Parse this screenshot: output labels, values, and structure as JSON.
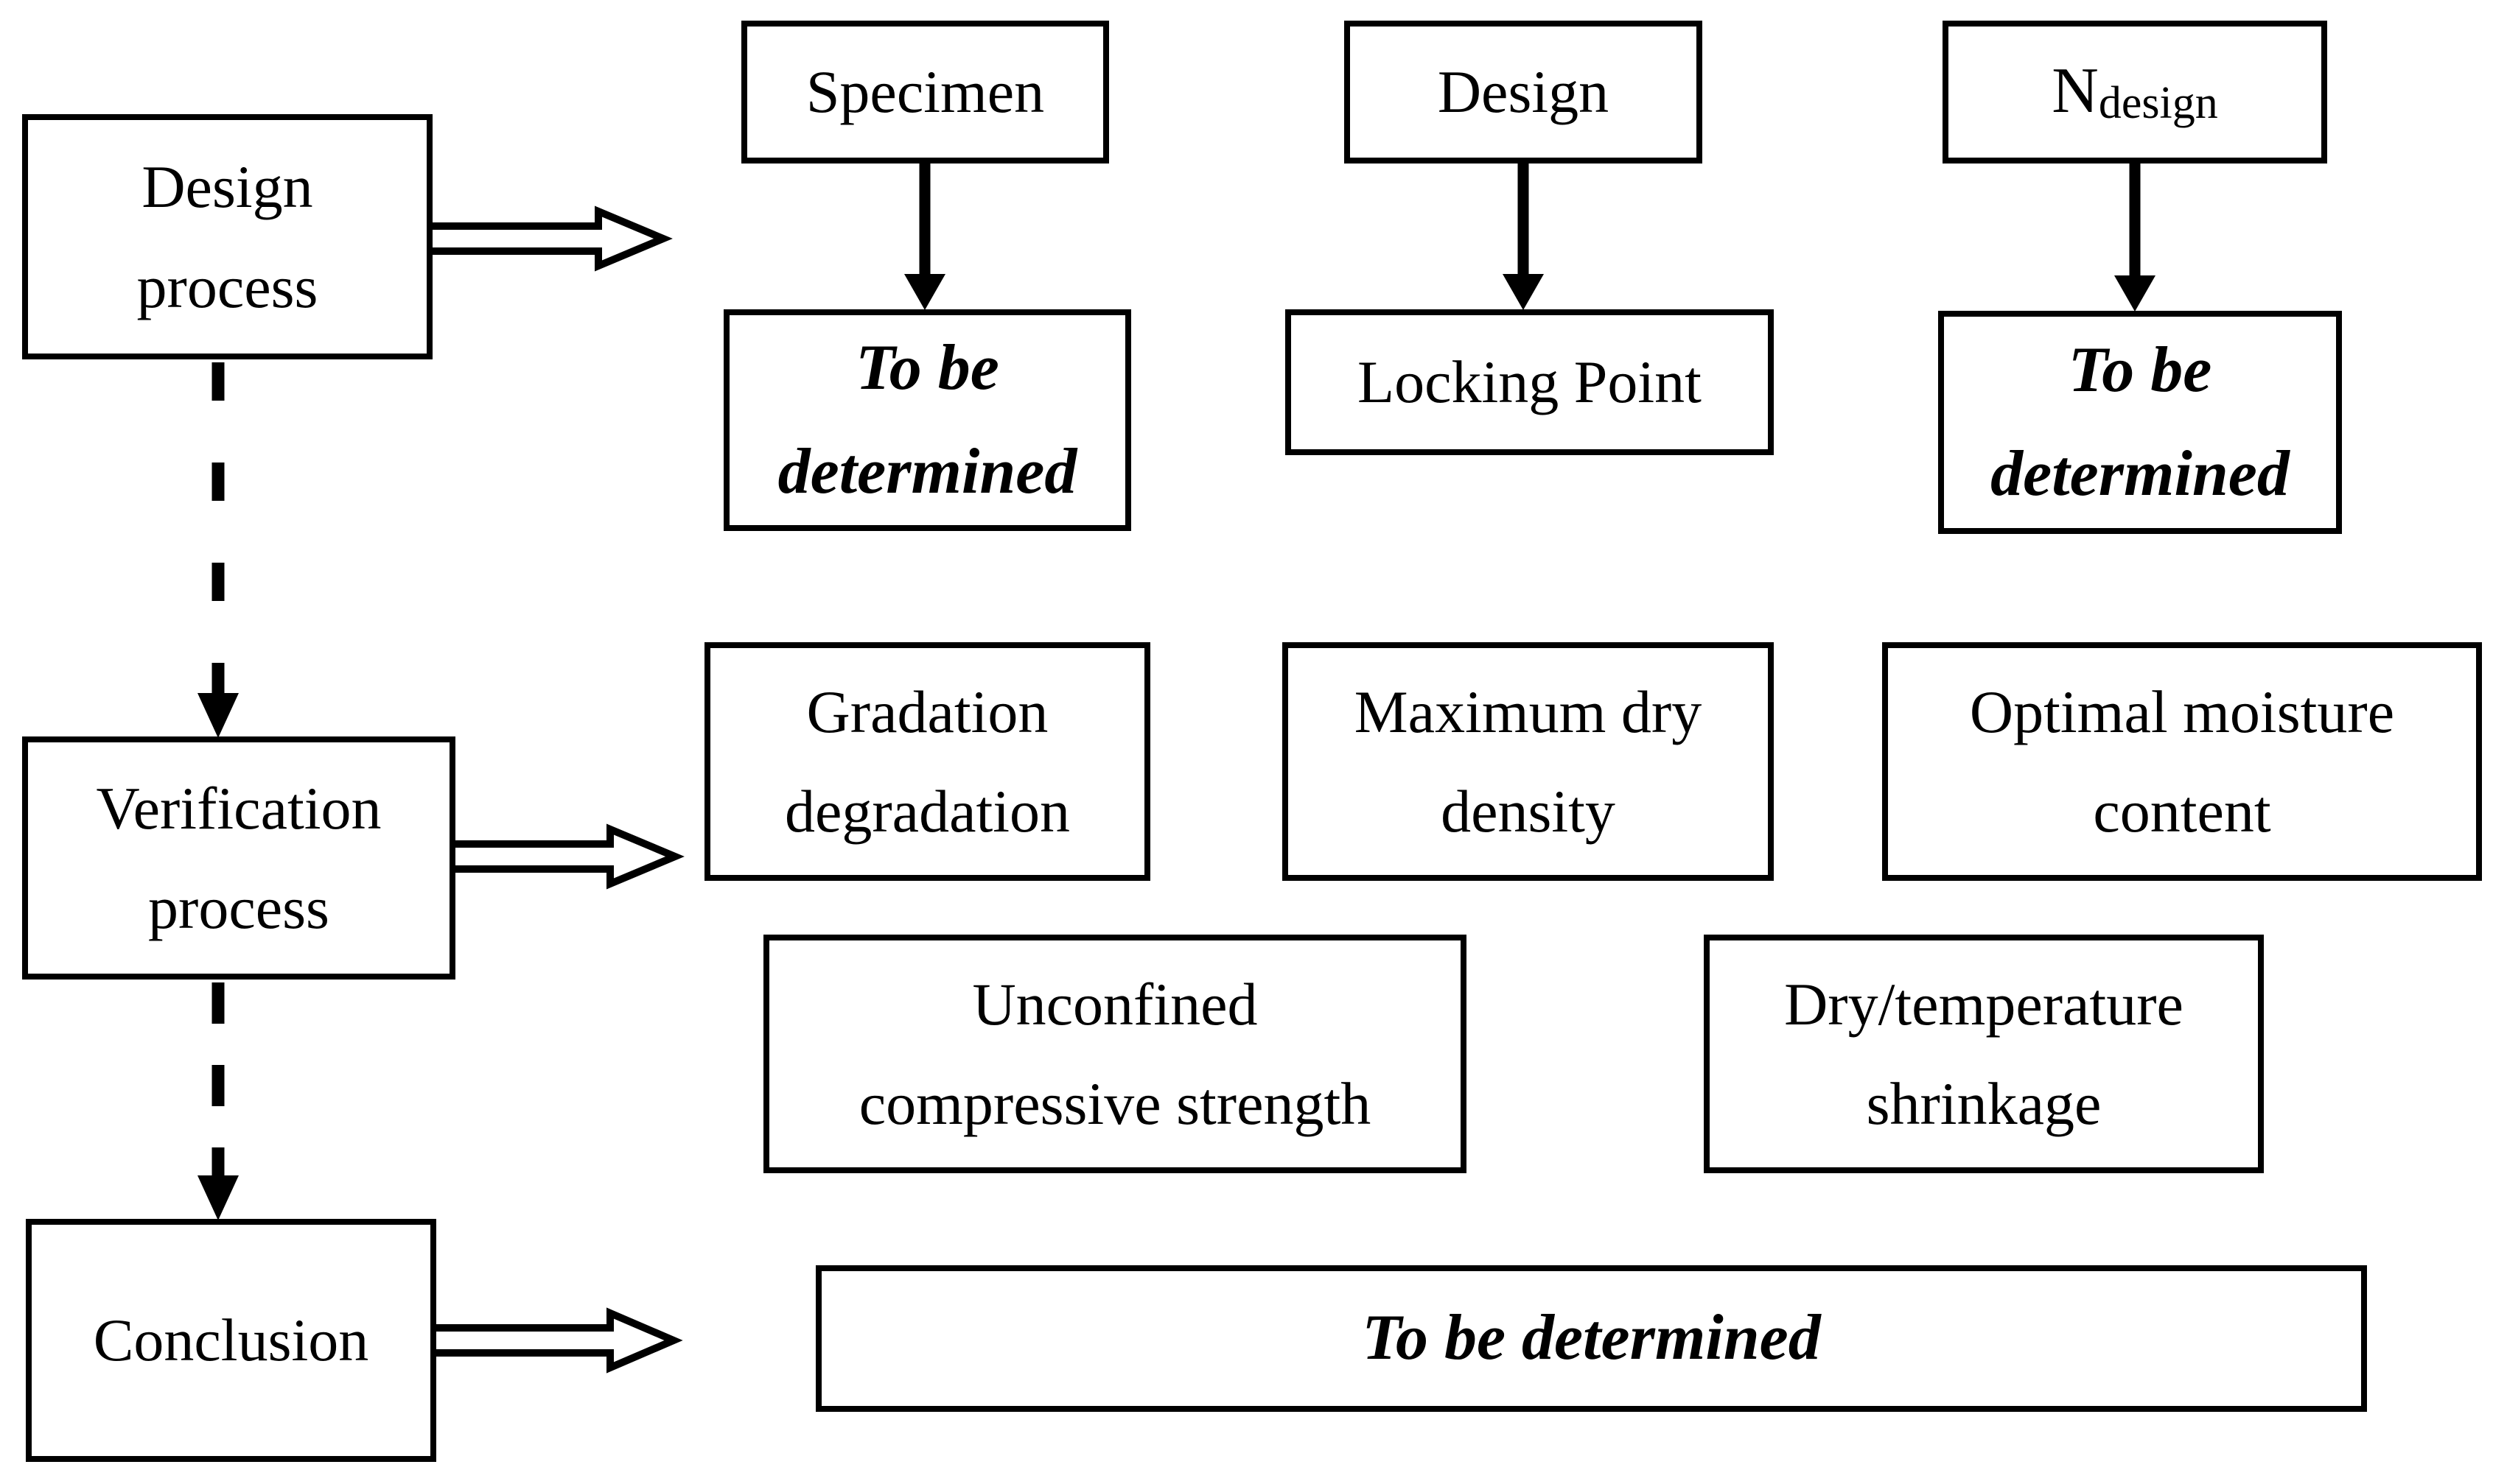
{
  "colors": {
    "ink": "#000000",
    "background": "#ffffff"
  },
  "stage_column": {
    "design_process": {
      "line1": "Design",
      "line2": "process"
    },
    "verification_process": {
      "line1": "Verification",
      "line2": "process"
    },
    "conclusion": {
      "label": "Conclusion"
    }
  },
  "design_outputs": {
    "specimen": {
      "label": "Specimen"
    },
    "design": {
      "label": "Design"
    },
    "n_design": {
      "base": "N",
      "subscript": "design"
    },
    "specimen_result": {
      "line1": "To be",
      "line2": "determined"
    },
    "design_result": {
      "label": "Locking Point"
    },
    "n_design_result": {
      "line1": "To be",
      "line2": "determined"
    }
  },
  "verification_outputs": {
    "gradation_degradation": {
      "line1": "Gradation",
      "line2": "degradation"
    },
    "maximum_dry_density": {
      "line1": "Maximum dry",
      "line2": "density"
    },
    "optimal_moisture_content": {
      "line1": "Optimal moisture",
      "line2": "content"
    },
    "unconfined_compressive_strength": {
      "line1": "Unconfined",
      "line2": "compressive strength"
    },
    "dry_temperature_shrinkage": {
      "line1": "Dry/temperature",
      "line2": "shrinkage"
    }
  },
  "conclusion_output": {
    "to_be_determined": {
      "label": "To be determined"
    }
  }
}
